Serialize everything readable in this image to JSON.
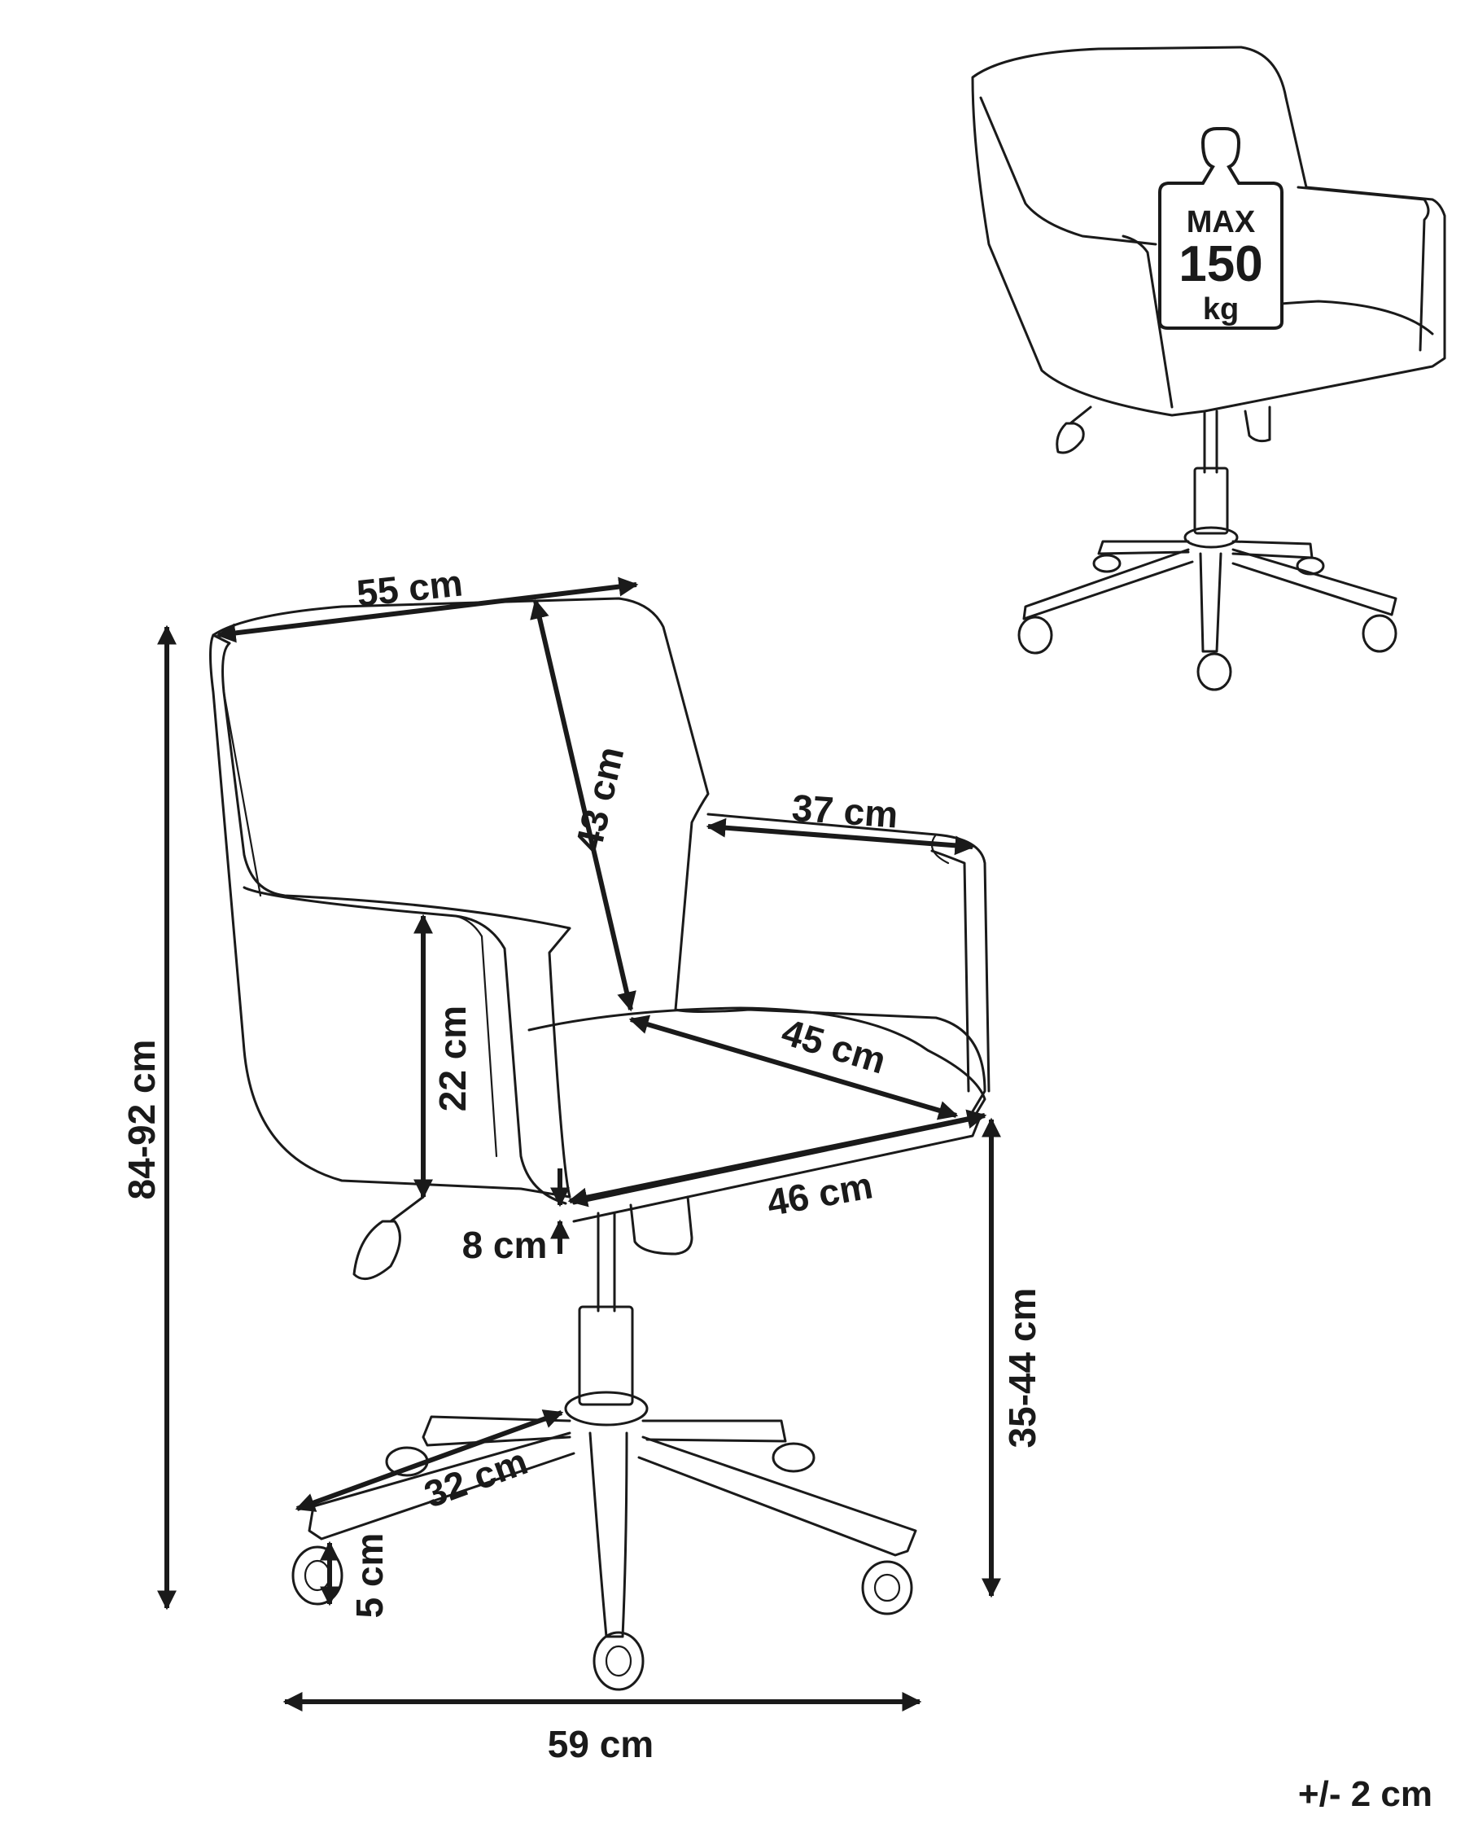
{
  "dimensions": {
    "width": "55 cm",
    "backrest_height": "43 cm",
    "armrest_length": "37 cm",
    "seat_depth": "45 cm",
    "seat_width": "46 cm",
    "armrest_height": "22 cm",
    "seat_thickness": "8 cm",
    "total_height": "84-92 cm",
    "seat_height": "35-44 cm",
    "leg_length": "32 cm",
    "caster_height": "5 cm",
    "base_width": "59 cm"
  },
  "weight_badge": {
    "max_label": "MAX",
    "value": "150",
    "unit": "kg"
  },
  "tolerance": "+/- 2 cm"
}
